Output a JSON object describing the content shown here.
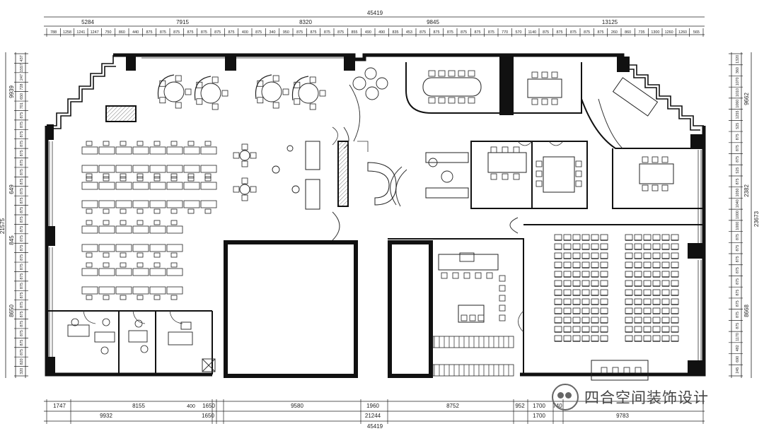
{
  "watermark": {
    "icon": "wechat-icon",
    "text": "四合空间装饰设计"
  },
  "dims": {
    "top_total": "45419",
    "top_segments": [
      "5284",
      "7915",
      "8320",
      "9845",
      "13125"
    ],
    "top_details": [
      "788",
      "1258",
      "1241",
      "1247",
      "750",
      "860",
      "440",
      "875",
      "875",
      "875",
      "875",
      "875",
      "875",
      "875",
      "400",
      "875",
      "340",
      "950",
      "875",
      "875",
      "875",
      "875",
      "855",
      "490",
      "490",
      "835",
      "453",
      "875",
      "875",
      "875",
      "875",
      "875",
      "875",
      "770",
      "570",
      "1140",
      "875",
      "875",
      "875",
      "875",
      "875",
      "260",
      "860",
      "735",
      "1300",
      "1260",
      "1260",
      "565"
    ],
    "bottom_details": [
      "1747",
      "8155",
      "400",
      "1650",
      "9580",
      "1960",
      "8752",
      "952",
      "1700",
      "740"
    ],
    "bottom_segments": [
      "9932",
      "1650",
      "21244",
      "1700",
      "9783"
    ],
    "bottom_total": "45419",
    "left_total": "21575",
    "left_segments": [
      "9939",
      "649",
      "845",
      "8650"
    ],
    "left_details": [
      "437",
      "1557",
      "247",
      "728",
      "650",
      "701",
      "875",
      "875",
      "875",
      "875",
      "875",
      "875",
      "875",
      "875",
      "875",
      "875",
      "875",
      "875",
      "875",
      "875",
      "875",
      "875",
      "875",
      "875",
      "875",
      "875",
      "875",
      "875",
      "875",
      "875",
      "875",
      "875",
      "820",
      "320"
    ],
    "right_total": "23673",
    "right_segments": [
      "9662",
      "2382",
      "8668"
    ],
    "right_details": [
      "1320",
      "360",
      "1070",
      "1010",
      "1060",
      "1255",
      "525",
      "875",
      "875",
      "875",
      "525",
      "875",
      "1050",
      "1040",
      "1000",
      "1000",
      "875",
      "875",
      "875",
      "875",
      "875",
      "875",
      "875",
      "875",
      "875",
      "1170",
      "482",
      "690",
      "245"
    ]
  }
}
